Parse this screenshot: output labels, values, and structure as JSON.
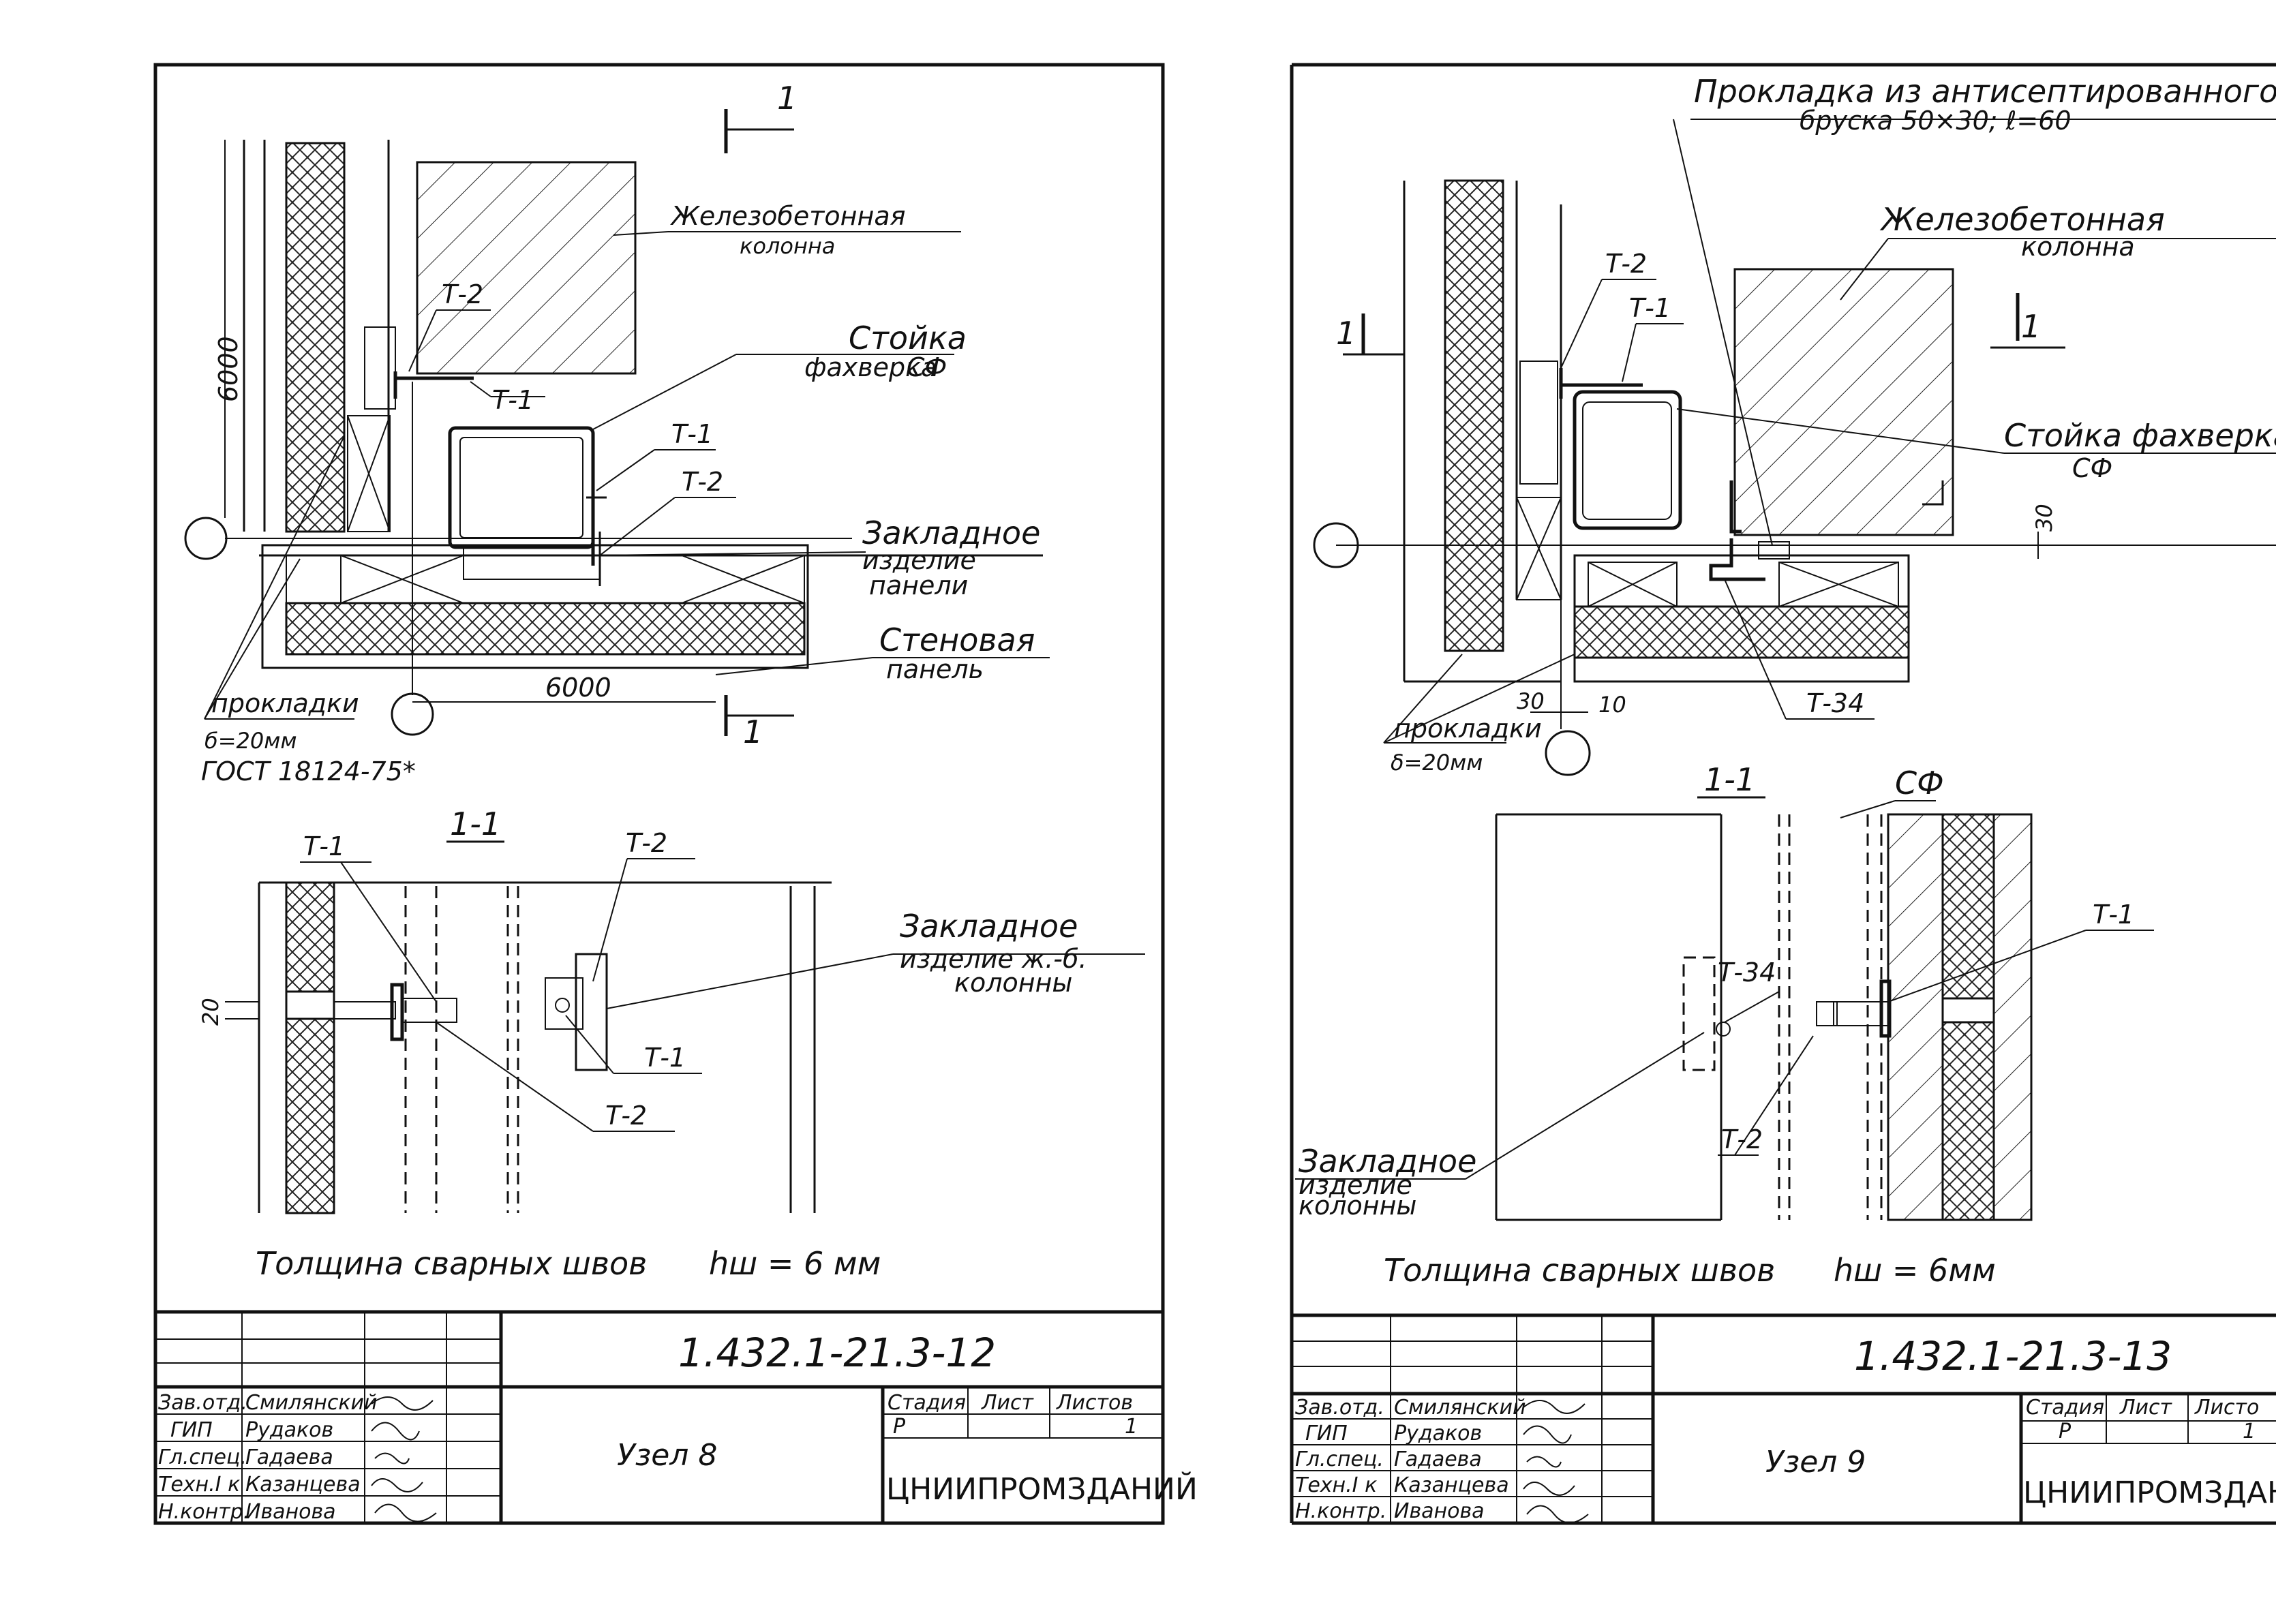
{
  "sheets": [
    {
      "labels": {
        "section_mark": "1",
        "column": [
          "Железобетонная",
          "колонна"
        ],
        "post": [
          "Стойка",
          "фахверка",
          "СФ"
        ],
        "t2a": "Т-2",
        "t1a": "Т-1",
        "t1b": "Т-1",
        "t2b": "Т-2",
        "embed": [
          "Закладное",
          "изделие",
          "панели"
        ],
        "panel": [
          "Стеновая",
          "панель"
        ],
        "dim_vertical": "6000",
        "dim_horizontal": "6000",
        "gaskets": [
          "прокладки",
          "б=20мм",
          "ГОСТ 18124-75*"
        ],
        "section_title": "1-1",
        "sec_t1": "Т-1",
        "sec_t2": "Т-2",
        "sec_t1b": "Т-1",
        "sec_t2b": "Т-2",
        "sec_dim": "20",
        "sec_embed": [
          "Закладное",
          "изделие ж.-б.",
          "колонны"
        ],
        "weld_note": "Толщина сварных швов",
        "weld_value": "hш = 6 мм"
      },
      "title_block": {
        "code": "1.432.1-21.3-12",
        "name": "Узел 8",
        "org": "ЦНИИПРОМЗДАНИЙ",
        "stage_label": "Стадия",
        "sheet_label": "Лист",
        "sheets_label": "Листов",
        "stage": "Р",
        "sheet": "",
        "sheets": "1",
        "staff": [
          {
            "role": "Зав.отд.",
            "name": "Смилянский"
          },
          {
            "role": "ГИП",
            "name": "Рудаков"
          },
          {
            "role": "Гл.спец.",
            "name": "Гадаева"
          },
          {
            "role": "Техн.I к",
            "name": "Казанцева"
          },
          {
            "role": "Н.контр.",
            "name": "Иванова"
          }
        ]
      }
    },
    {
      "labels": {
        "gasket_top": [
          "Прокладка из антисептированного",
          "бруска 50×30; ℓ=60"
        ],
        "column": [
          "Железобетонная",
          "колонна"
        ],
        "t2": "Т-2",
        "t1": "Т-1",
        "sec_left": "1",
        "sec_right": "1",
        "post": [
          "Стойка фахверка",
          "СФ"
        ],
        "dim30v": "30",
        "t34": "Т-34",
        "dim30": "30",
        "dim10": "10",
        "gaskets": [
          "прокладки",
          "δ=20мм"
        ],
        "section_title": "1-1",
        "sec_sf": "СФ",
        "sec_t1": "Т-1",
        "sec_t34": "Т-34",
        "sec_t2": "Т-2",
        "sec_embed": [
          "Закладное",
          "изделие",
          "колонны"
        ],
        "weld_note": "Толщина сварных швов",
        "weld_value": "hш = 6мм"
      },
      "title_block": {
        "code": "1.432.1-21.3-13",
        "name": "Узел 9",
        "org": "ЦНИИПРОМЗДАНИ",
        "stage_label": "Стадия",
        "sheet_label": "Лист",
        "sheets_label": "Листо",
        "stage": "Р",
        "sheet": "1",
        "staff": [
          {
            "role": "Зав.отд.",
            "name": "Смилянский"
          },
          {
            "role": "ГИП",
            "name": "Рудаков"
          },
          {
            "role": "Гл.спец.",
            "name": "Гадаева"
          },
          {
            "role": "Техн.I к",
            "name": "Казанцева"
          },
          {
            "role": "Н.контр.",
            "name": "Иванова"
          }
        ]
      }
    }
  ]
}
